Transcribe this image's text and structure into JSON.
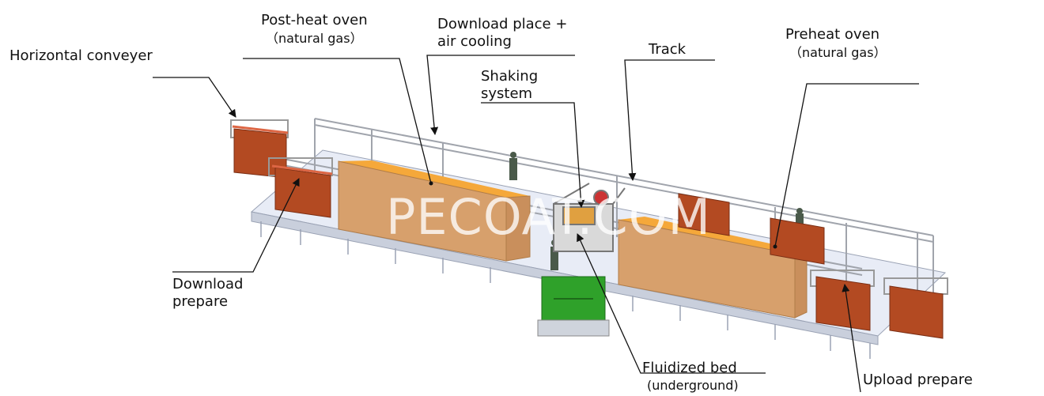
{
  "labels": {
    "horizontal_conveyer": "Horizontal conveyer",
    "post_heat_oven": "Post-heat oven",
    "post_heat_fuel": "（natural gas）",
    "download_place_1": "Download place +",
    "download_place_2": "air cooling",
    "track": "Track",
    "shaking_1": "Shaking",
    "shaking_2": "system",
    "preheat_oven": "Preheat oven",
    "preheat_fuel": "（natural gas）",
    "download_prepare_1": "Download",
    "download_prepare_2": "prepare",
    "fluidized_bed": "Fluidized bed",
    "fluidized_loc": "(underground)",
    "upload_prepare": "Upload prepare"
  },
  "watermark": "PECOAT.COM",
  "colors": {
    "oven": "#d7a06c",
    "oven_top": "#f5a83a",
    "part": "#b34a22",
    "bed": "#2fa12a",
    "floor": "#e8ecf6"
  }
}
